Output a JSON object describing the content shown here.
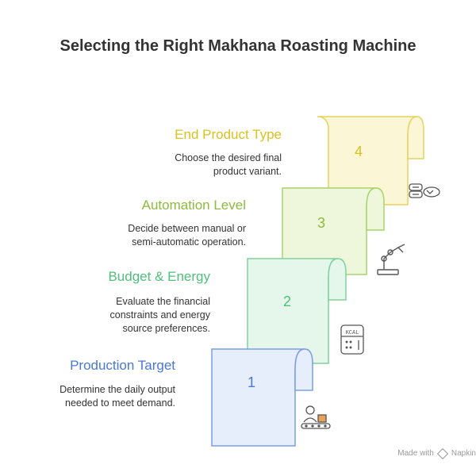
{
  "title": "Selecting the Right Makhana Roasting Machine",
  "steps": [
    {
      "number": "1",
      "title": "Production Target",
      "description": "Determine the daily output\nneeded to meet demand.",
      "title_color": "#4a78d6",
      "fill": "#e6edfb",
      "stroke": "#7b9ee6",
      "icon": "conveyor-worker-icon"
    },
    {
      "number": "2",
      "title": "Budget & Energy",
      "description": "Evaluate the financial\nconstraints and energy\nsource preferences.",
      "title_color": "#4fbf7b",
      "fill": "#e5f6ea",
      "stroke": "#7fd29e",
      "icon": "kcal-calculator-icon"
    },
    {
      "number": "3",
      "title": "Automation Level",
      "description": "Decide between manual or\nsemi-automatic operation.",
      "title_color": "#8dbb3c",
      "fill": "#eef7dc",
      "stroke": "#a9d36b",
      "icon": "robot-arm-icon"
    },
    {
      "number": "4",
      "title": "End Product Type",
      "description": "Choose the desired final\nproduct variant.",
      "title_color": "#d9c21e",
      "fill": "#fbf6d6",
      "stroke": "#e4d35f",
      "icon": "snack-food-icon"
    }
  ],
  "footer": {
    "made_with": "Made with",
    "brand": "Napkin"
  }
}
